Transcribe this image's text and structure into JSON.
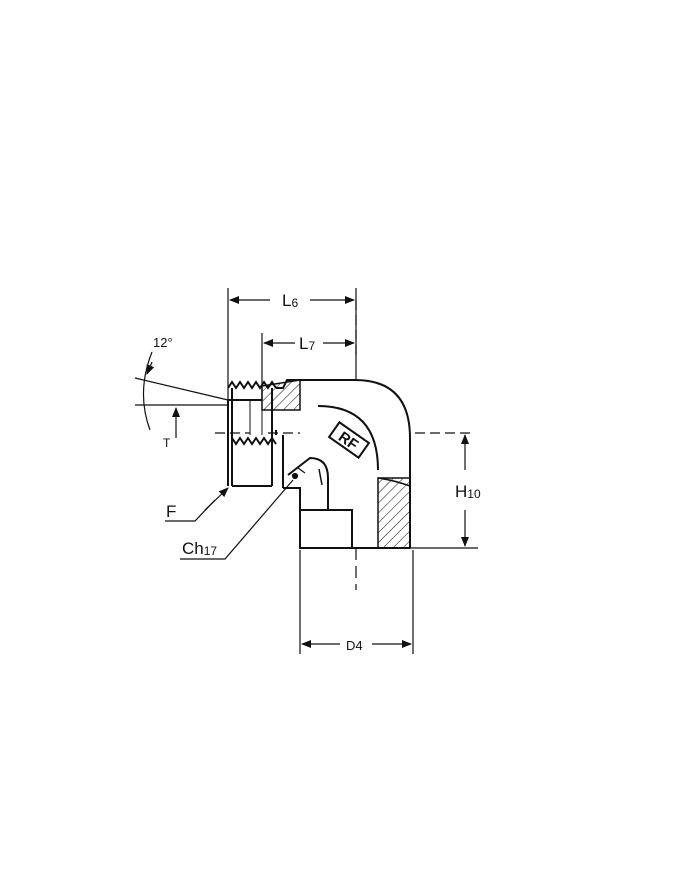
{
  "labels": {
    "l6": {
      "main": "L",
      "sub": "6"
    },
    "l7": {
      "main": "L",
      "sub": "7"
    },
    "angle": "12°",
    "t": "T",
    "f": "F",
    "ch17": {
      "main": "Ch",
      "sub": "17"
    },
    "h10": {
      "main": "H",
      "sub": "10"
    },
    "d4": "D4",
    "logo": "RF"
  },
  "colors": {
    "line": "#111111",
    "background": "#ffffff"
  }
}
